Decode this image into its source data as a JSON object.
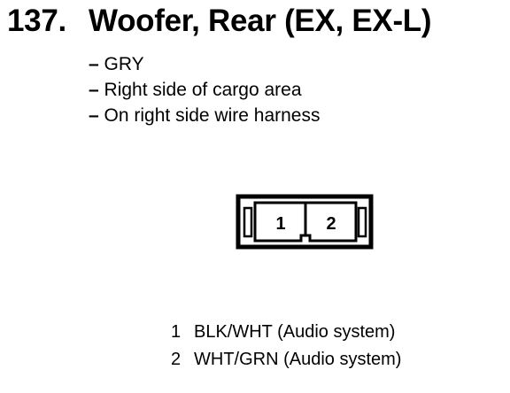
{
  "title": {
    "number": "137.",
    "text": "Woofer, Rear (EX, EX-L)"
  },
  "notes": [
    {
      "dash": "–",
      "text": "GRY"
    },
    {
      "dash": "–",
      "text": "Right side of cargo area"
    },
    {
      "dash": "–",
      "text": "On right side wire harness"
    }
  ],
  "connector": {
    "cavities": [
      {
        "label": "1"
      },
      {
        "label": "2"
      }
    ]
  },
  "pins": [
    {
      "number": "1",
      "text": "BLK/WHT (Audio system)"
    },
    {
      "number": "2",
      "text": "WHT/GRN (Audio system)"
    }
  ]
}
